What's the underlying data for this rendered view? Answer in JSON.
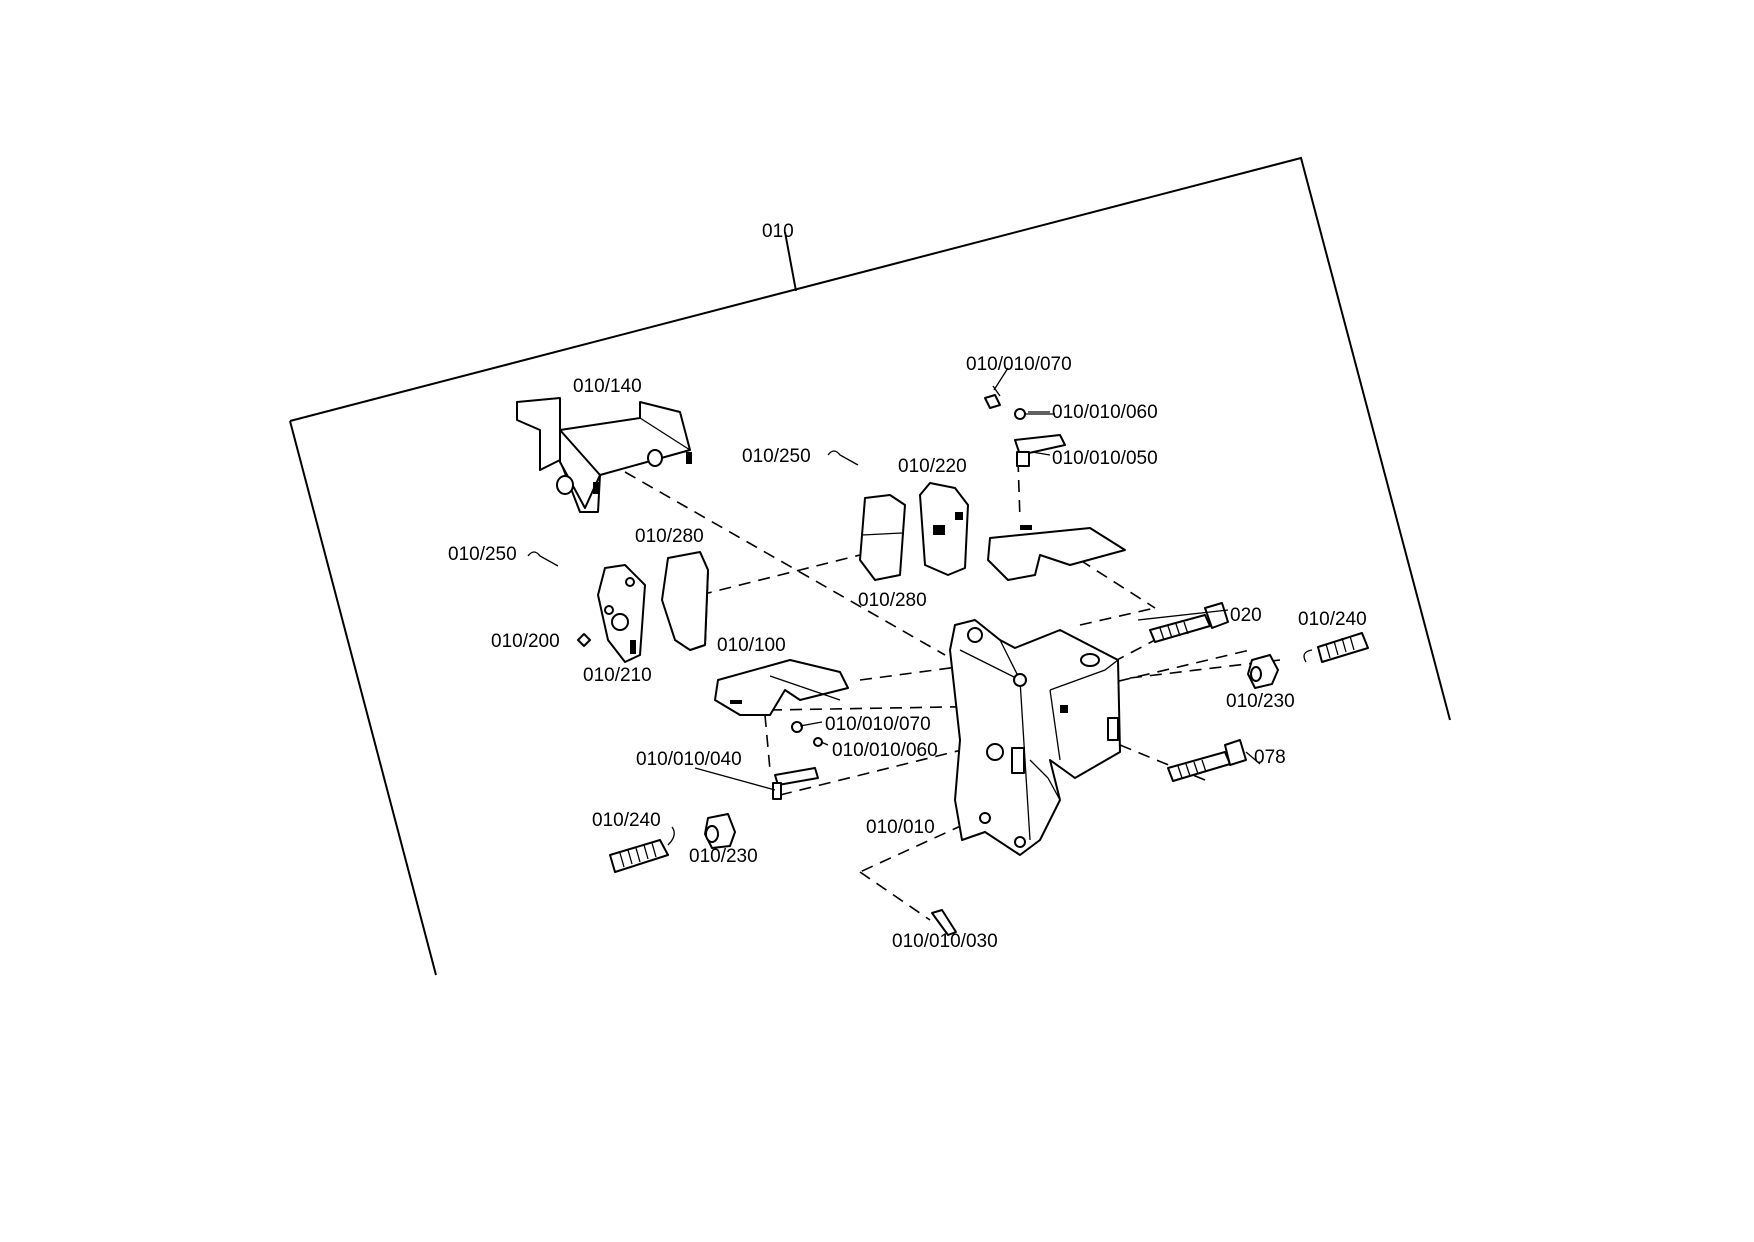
{
  "labels": {
    "assembly": "010",
    "bracket_top": "010/140",
    "pin_top": "010/010/070",
    "washer_top": "010/010/060",
    "plate_top": "010/010/050",
    "clip_top": "010/250",
    "pad_right_a": "010/220",
    "clip_left": "010/250",
    "pad_left_a": "010/280",
    "pad_right_b": "010/280",
    "nipple_left": "010/200",
    "piston_housing_left": "010/210",
    "pad_carrier": "010/100",
    "pin_mid": "010/010/070",
    "washer_mid": "010/010/060",
    "plate_mid": "010/010/040",
    "spring_left": "010/240",
    "bushing_left": "010/230",
    "housing": "010/010",
    "bolt_bottom": "010/010/030",
    "bolt_020": "020",
    "spring_right": "010/240",
    "bushing_right": "010/230",
    "bolt_078": "078"
  }
}
